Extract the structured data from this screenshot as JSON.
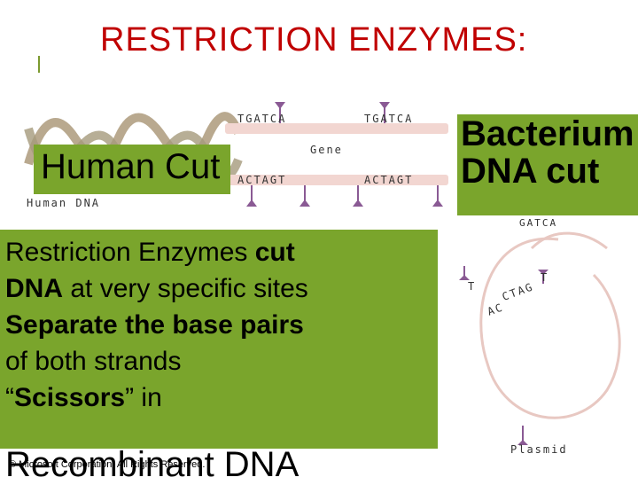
{
  "slide": {
    "title": "RESTRICTION ENZYMES:",
    "human_cut_label": "Human Cut",
    "bacterium_label": "Bacterium DNA cut",
    "bullets": [
      {
        "normal_before": "Restriction Enzymes ",
        "bold": "cut",
        "normal_after": ""
      },
      {
        "normal_before": "",
        "bold": "DNA",
        "normal_after": " at very specific sites"
      },
      {
        "normal_before": "",
        "bold": "Separate the base pairs",
        "normal_after": ""
      },
      {
        "normal_before": "of both strands",
        "bold": "",
        "normal_after": ""
      },
      {
        "normal_before": "“",
        "bold": "Scissors",
        "normal_after": "” in"
      }
    ],
    "recombinant": "Recombinant DNA",
    "copyright": "© Microsoft Corporation. All Rights Reserved."
  },
  "human_dna_figure": {
    "site_top_left": "TGATCA",
    "site_top_right": "TGATCA",
    "site_bottom_left": "ACTAGT",
    "site_bottom_right": "ACTAGT",
    "gene_label": "Gene",
    "dna_label": "Human DNA"
  },
  "plasmid_figure": {
    "seq_top": "GATCA",
    "left_t": "T",
    "right_t": "T",
    "seq_mid_a": "CTAG",
    "seq_mid_b": "AC",
    "label": "Plasmid"
  },
  "colors": {
    "title": "#c00000",
    "highlight_box": "#7aa52c",
    "marker": "#8a5a94"
  }
}
